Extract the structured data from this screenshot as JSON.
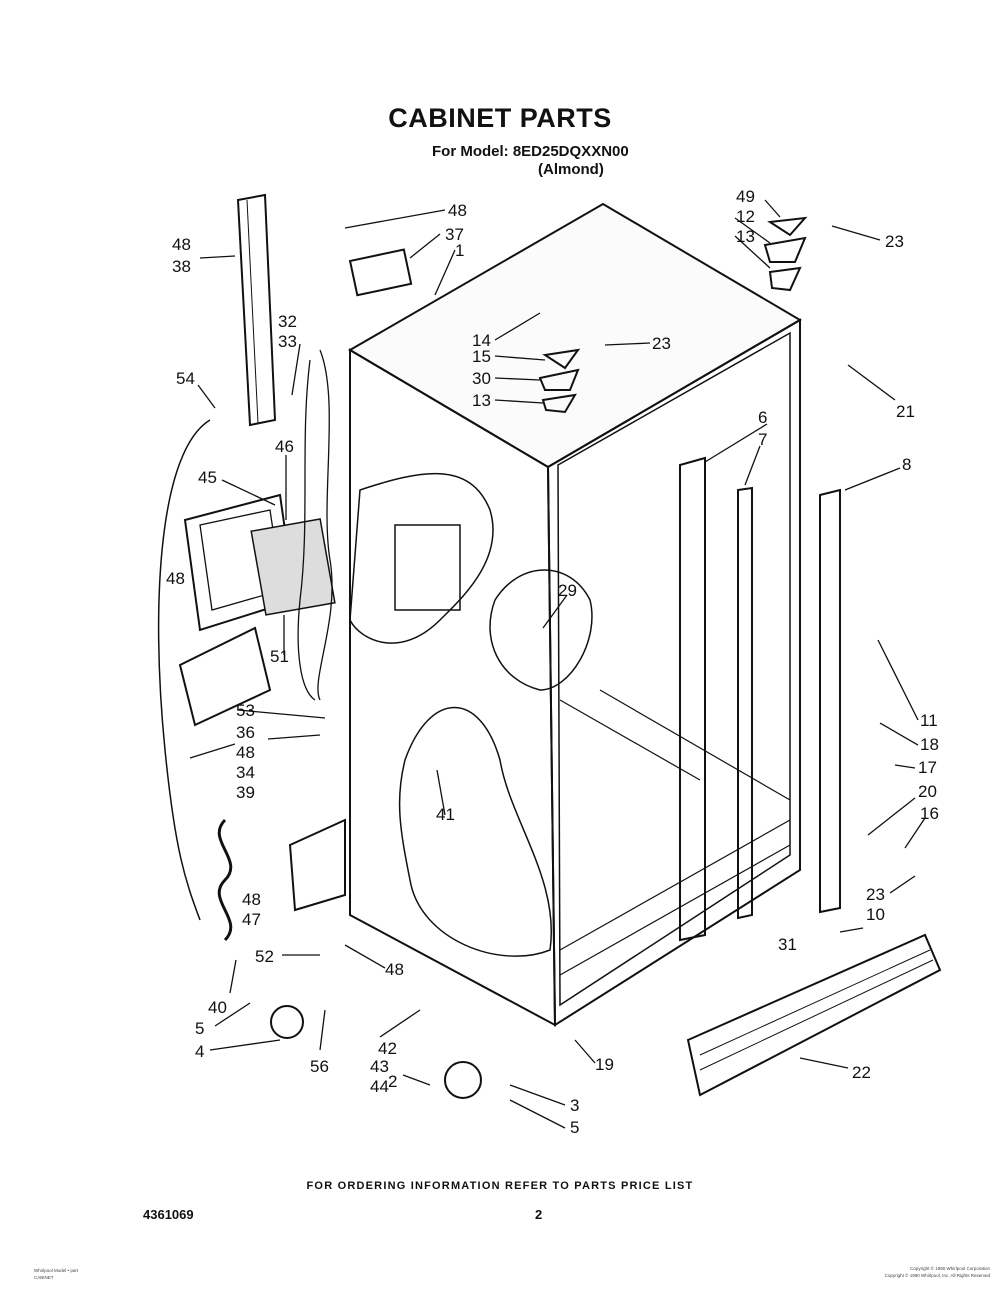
{
  "title": "CABINET PARTS",
  "model_line": "For Model: 8ED25DQXXN00",
  "color_line": "(Almond)",
  "ordering_note": "FOR ORDERING INFORMATION REFER TO PARTS PRICE LIST",
  "document_number": "4361069",
  "page_number": "2",
  "footer_left": [
    "Whirlpool Model • part",
    "CABINET"
  ],
  "footer_right": [
    "Copyright © 1990 Whirlpool Corporation",
    "Copyright © 1990 Whirlpool, Inc. All Rights Reserved"
  ],
  "callouts": [
    {
      "id": "c48a",
      "text": "48"
    },
    {
      "id": "c38",
      "text": "38"
    },
    {
      "id": "c48b",
      "text": "48"
    },
    {
      "id": "c37",
      "text": "37"
    },
    {
      "id": "c1",
      "text": "1"
    },
    {
      "id": "c49",
      "text": "49"
    },
    {
      "id": "c12",
      "text": "12"
    },
    {
      "id": "c13a",
      "text": "13"
    },
    {
      "id": "c23a",
      "text": "23"
    },
    {
      "id": "c32",
      "text": "32"
    },
    {
      "id": "c33",
      "text": "33"
    },
    {
      "id": "c14",
      "text": "14"
    },
    {
      "id": "c15",
      "text": "15"
    },
    {
      "id": "c23b",
      "text": "23"
    },
    {
      "id": "c30",
      "text": "30"
    },
    {
      "id": "c13b",
      "text": "13"
    },
    {
      "id": "c54",
      "text": "54"
    },
    {
      "id": "c21",
      "text": "21"
    },
    {
      "id": "c46",
      "text": "46"
    },
    {
      "id": "c6",
      "text": "6"
    },
    {
      "id": "c7",
      "text": "7"
    },
    {
      "id": "c8",
      "text": "8"
    },
    {
      "id": "c45",
      "text": "45"
    },
    {
      "id": "c48c",
      "text": "48"
    },
    {
      "id": "c29",
      "text": "29"
    },
    {
      "id": "c51",
      "text": "51"
    },
    {
      "id": "c11",
      "text": "11"
    },
    {
      "id": "c53",
      "text": "53"
    },
    {
      "id": "c36",
      "text": "36"
    },
    {
      "id": "c18",
      "text": "18"
    },
    {
      "id": "c48d",
      "text": "48"
    },
    {
      "id": "c34",
      "text": "34"
    },
    {
      "id": "c17",
      "text": "17"
    },
    {
      "id": "c39",
      "text": "39"
    },
    {
      "id": "c41",
      "text": "41"
    },
    {
      "id": "c20",
      "text": "20"
    },
    {
      "id": "c16",
      "text": "16"
    },
    {
      "id": "c48e",
      "text": "48"
    },
    {
      "id": "c47",
      "text": "47"
    },
    {
      "id": "c23c",
      "text": "23"
    },
    {
      "id": "c31",
      "text": "31"
    },
    {
      "id": "c10",
      "text": "10"
    },
    {
      "id": "c52",
      "text": "52"
    },
    {
      "id": "c48f",
      "text": "48"
    },
    {
      "id": "c40",
      "text": "40"
    },
    {
      "id": "c5a",
      "text": "5"
    },
    {
      "id": "c4",
      "text": "4"
    },
    {
      "id": "c56",
      "text": "56"
    },
    {
      "id": "c42",
      "text": "42"
    },
    {
      "id": "c43",
      "text": "43"
    },
    {
      "id": "c44",
      "text": "44"
    },
    {
      "id": "c2",
      "text": "2"
    },
    {
      "id": "c3",
      "text": "3"
    },
    {
      "id": "c5b",
      "text": "5"
    },
    {
      "id": "c19",
      "text": "19"
    },
    {
      "id": "c22",
      "text": "22"
    }
  ]
}
